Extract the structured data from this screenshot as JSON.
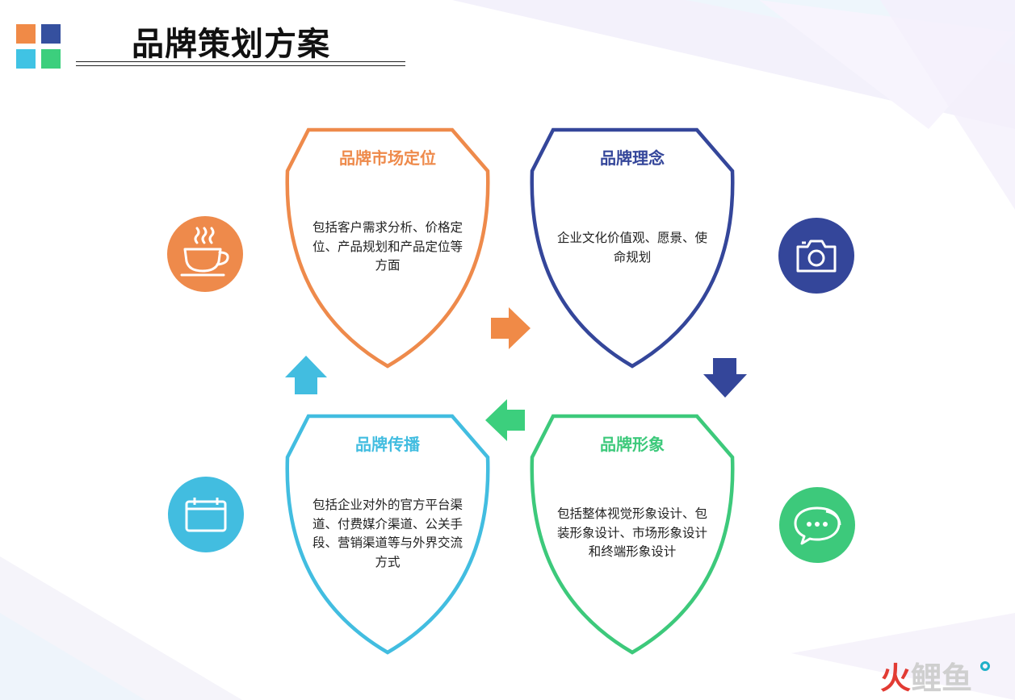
{
  "slide": {
    "title": "品牌策划方案",
    "logo_colors": [
      "#f08a47",
      "#35509f",
      "#40c3e4",
      "#3ccf7d"
    ]
  },
  "cards": [
    {
      "title": "品牌市场定位",
      "color": "#ee8a4b",
      "text_lines": [
        "包括客户需求分析、价格定",
        "位、产品规划和产品定位等",
        "方面"
      ],
      "icon": "coffee-cup-icon"
    },
    {
      "title": "品牌理念",
      "color": "#34469a",
      "text_lines": [
        "企业文化价值观、愿景、使",
        "命规划"
      ],
      "icon": "camera-icon"
    },
    {
      "title": "品牌形象",
      "color": "#3dc97b",
      "text_lines": [
        "包括整体视觉形象设计、包",
        "装形象设计、市场形象设计",
        "和终端形象设计"
      ],
      "icon": "chat-bubble-icon"
    },
    {
      "title": "品牌传播",
      "color": "#42bde0",
      "text_lines": [
        "包括企业对外的官方平台渠",
        "道、付费媒介渠道、公关手",
        "段、营销渠道等与外界交流",
        "方式"
      ],
      "icon": "calendar-icon"
    }
  ],
  "arrows": {
    "right": "#f08a47",
    "down": "#34469a",
    "left": "#3ccf7d",
    "up": "#42bde0"
  },
  "watermark": {
    "fire": "火",
    "rest": "鲤鱼"
  }
}
